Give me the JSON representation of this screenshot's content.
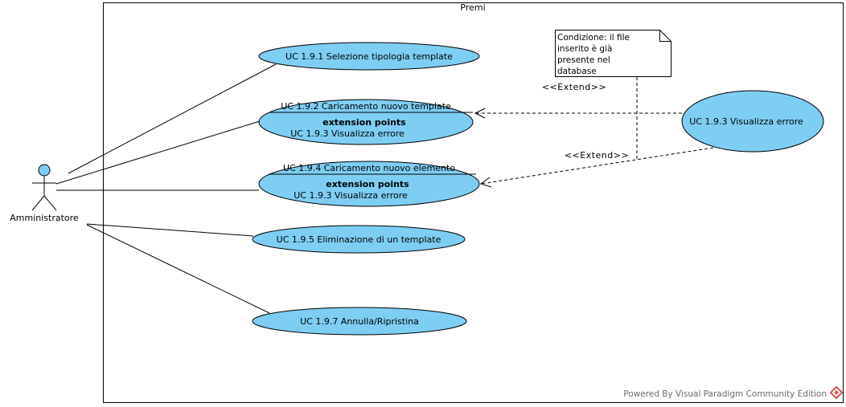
{
  "system": {
    "title": "Premi"
  },
  "actor": {
    "name": "Amministratore"
  },
  "use_cases": [
    {
      "label": "UC 1.9.1 Selezione tipologia template"
    },
    {
      "label": "UC 1.9.2 Caricamento nuovo template",
      "ext_heading": "extension points",
      "ext_point": "UC 1.9.3 Visualizza errore"
    },
    {
      "label": "UC 1.9.4 Caricamento nuovo elemento",
      "ext_heading": "extension points",
      "ext_point": "UC 1.9.3 Visualizza errore"
    },
    {
      "label": "UC 1.9.5 Eliminazione di un template"
    },
    {
      "label": "UC 1.9.7 Annulla/Ripristina"
    },
    {
      "label": "UC 1.9.3 Visualizza errore"
    }
  ],
  "extends": [
    {
      "label": "<<Extend>>"
    },
    {
      "label": "<<Extend>>"
    }
  ],
  "note": {
    "lines": [
      "Condizione: il file",
      "inserito è già",
      "presente nel",
      "database"
    ]
  },
  "footer": {
    "text": "Powered By Visual Paradigm Community Edition"
  },
  "colors": {
    "usecase_fill": "#7ecef4",
    "actor_fill": "#7ecef4",
    "line": "#000000",
    "logo": "#d9534f"
  }
}
